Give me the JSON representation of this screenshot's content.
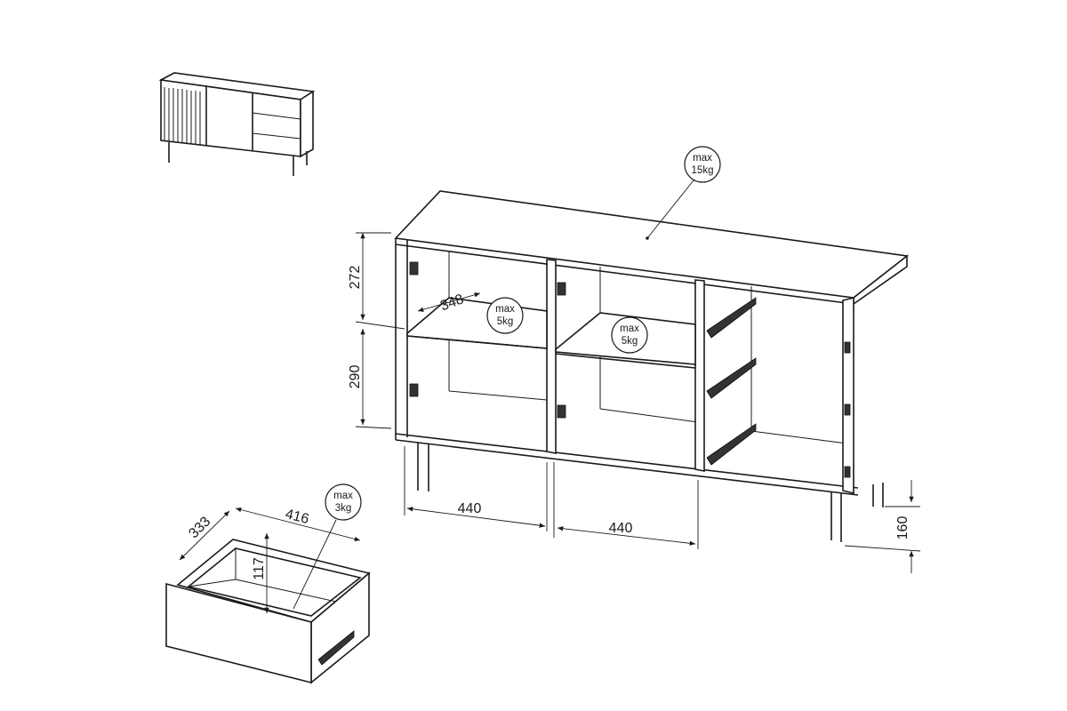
{
  "callouts": {
    "top_load": {
      "line1": "max",
      "line2": "15kg"
    },
    "shelf_left_load": {
      "line1": "max",
      "line2": "5kg"
    },
    "shelf_middle_load": {
      "line1": "max",
      "line2": "5kg"
    },
    "drawer_load": {
      "line1": "max",
      "line2": "3kg"
    }
  },
  "dimensions": {
    "upper_compartment_height": "272",
    "lower_compartment_height": "290",
    "shelf_depth": "348",
    "left_compartment_width": "440",
    "middle_compartment_width": "440",
    "leg_height": "160",
    "drawer_depth": "333",
    "drawer_width": "416",
    "drawer_height": "117"
  }
}
